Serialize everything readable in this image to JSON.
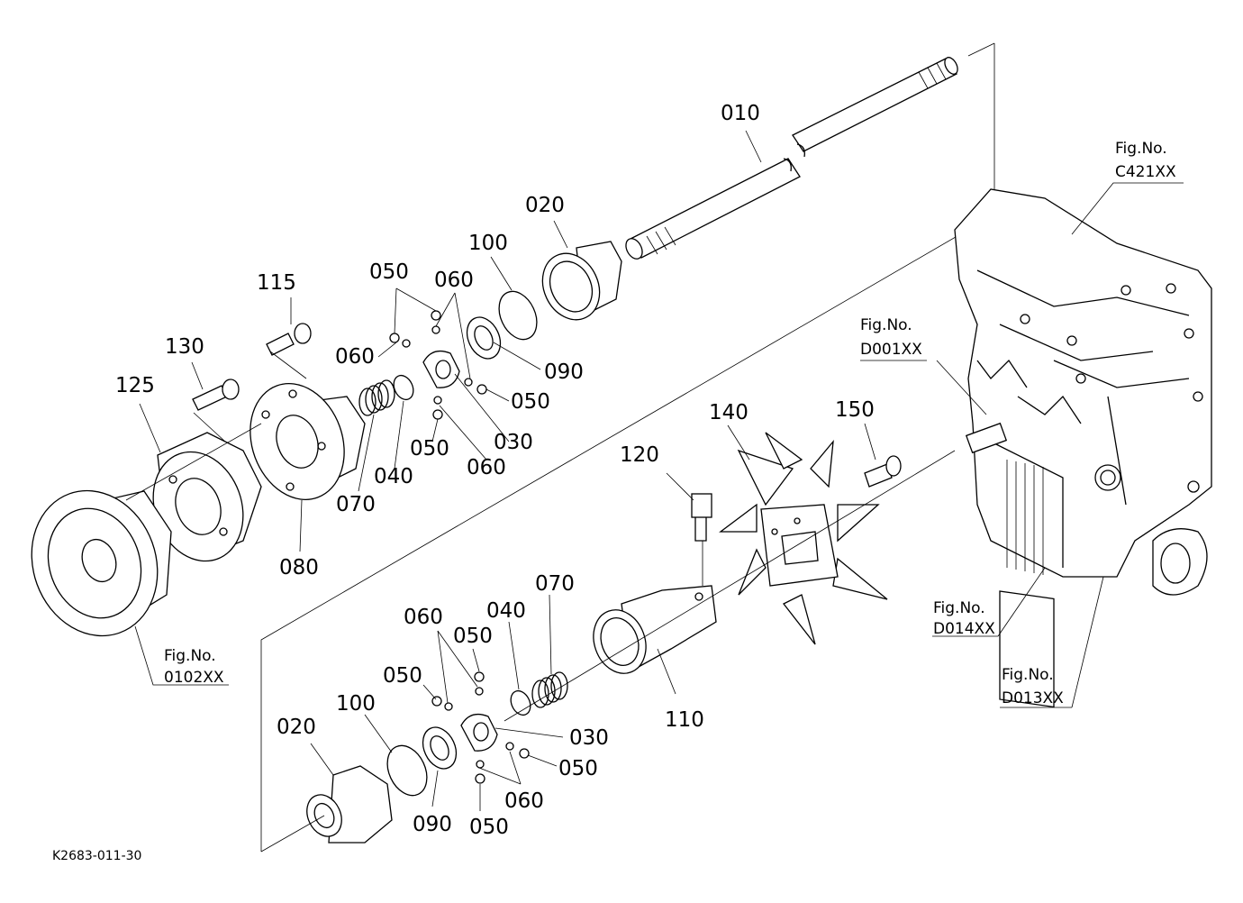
{
  "parts": {
    "p010": "010",
    "p020_top": "020",
    "p020_bottom": "020",
    "p030_top": "030",
    "p030_bottom": "030",
    "p040_top": "040",
    "p040_bottom": "040",
    "p050_a": "050",
    "p050_b": "050",
    "p050_c": "050",
    "p050_d": "050",
    "p050_e": "050",
    "p050_f": "050",
    "p060_a": "060",
    "p060_b": "060",
    "p060_c": "060",
    "p060_d": "060",
    "p060_e": "060",
    "p070_top": "070",
    "p070_bottom": "070",
    "p080": "080",
    "p090_top": "090",
    "p090_bottom": "090",
    "p100_top": "100",
    "p100_bottom": "100",
    "p110": "110",
    "p115": "115",
    "p120": "120",
    "p125": "125",
    "p130": "130",
    "p140": "140",
    "p150": "150"
  },
  "figure_refs": {
    "c421": {
      "line1": "Fig.No.",
      "line2": "C421XX"
    },
    "d001": {
      "line1": "Fig.No.",
      "line2": "D001XX"
    },
    "d014": {
      "line1": "Fig.No.",
      "line2": "D014XX"
    },
    "d013": {
      "line1": "Fig.No.",
      "line2": "D013XX"
    },
    "f0102": {
      "line1": "Fig.No.",
      "line2": "0102XX"
    }
  },
  "drawing_code": "K2683-011-30"
}
